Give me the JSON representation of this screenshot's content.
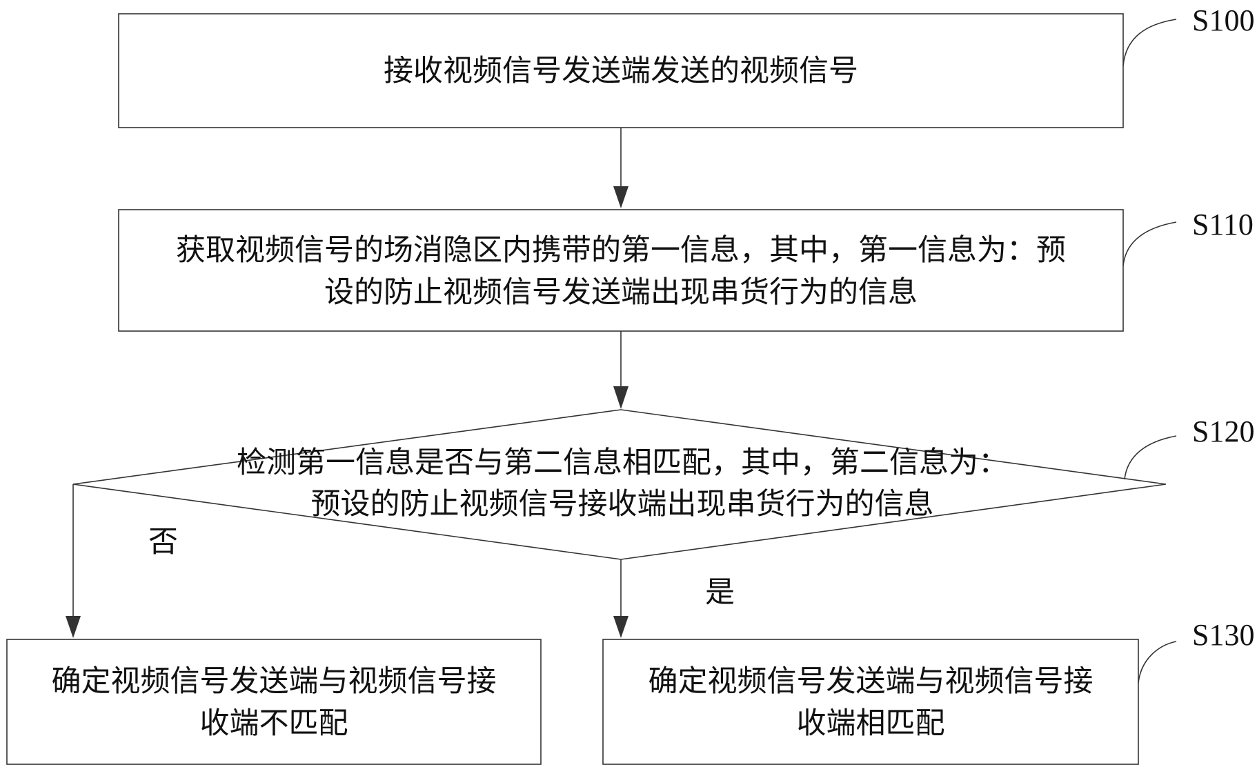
{
  "steps": {
    "s100": {
      "label": "S100",
      "text": "接收视频信号发送端发送的视频信号"
    },
    "s110": {
      "label": "S110",
      "line1": "获取视频信号的场消隐区内携带的第一信息，其中，第一信息为：预",
      "line2": "设的防止视频信号发送端出现串货行为的信息"
    },
    "s120": {
      "label": "S120",
      "line1": "检测第一信息是否与第二信息相匹配，其中，第二信息为：",
      "line2": "预设的防止视频信号接收端出现串货行为的信息"
    },
    "no_result": {
      "line1": "确定视频信号发送端与视频信号接",
      "line2": "收端不匹配"
    },
    "s130": {
      "label": "S130",
      "line1": "确定视频信号发送端与视频信号接",
      "line2": "收端相匹配"
    }
  },
  "branches": {
    "no": "否",
    "yes": "是"
  }
}
